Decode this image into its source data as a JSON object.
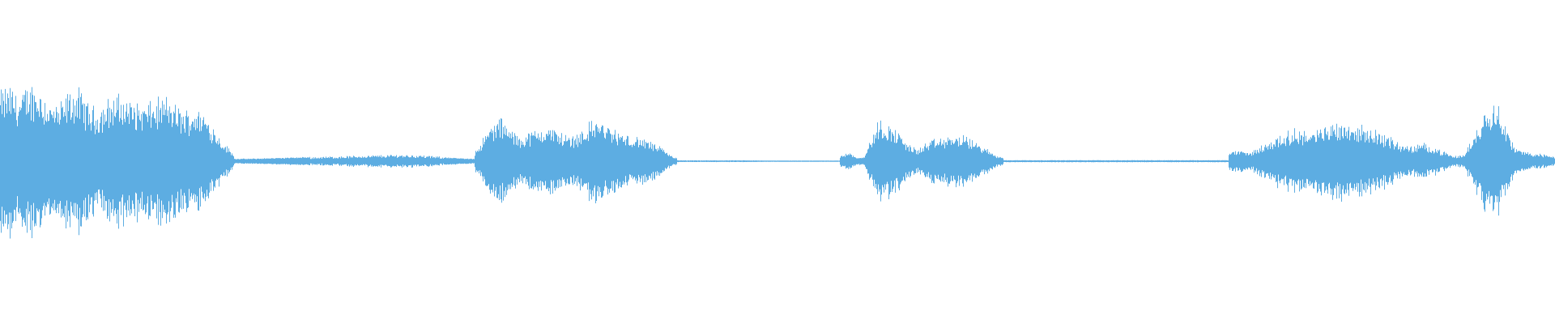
{
  "waveform": {
    "color": "#5dade2",
    "background": "#ffffff",
    "silence_level": 0.012,
    "regions": [
      {
        "start": 0.0,
        "end": 0.15,
        "peaks": [
          0.85,
          0.92,
          0.78,
          0.95,
          0.9,
          0.72,
          0.66,
          0.83,
          0.88,
          0.7,
          0.62,
          0.74,
          0.8,
          0.76,
          0.71,
          0.69,
          0.73,
          0.78,
          0.68,
          0.6,
          0.65,
          0.58,
          0.4,
          0.22,
          0.1
        ]
      },
      {
        "start": 0.15,
        "end": 0.305,
        "peaks": [
          0.03,
          0.03,
          0.035,
          0.04,
          0.045,
          0.05,
          0.055,
          0.06,
          0.065,
          0.07,
          0.075,
          0.08,
          0.075,
          0.065,
          0.05,
          0.035,
          0.03
        ]
      },
      {
        "start": 0.305,
        "end": 0.435,
        "peaks": [
          0.12,
          0.28,
          0.46,
          0.52,
          0.4,
          0.3,
          0.34,
          0.38,
          0.42,
          0.4,
          0.34,
          0.3,
          0.36,
          0.46,
          0.52,
          0.44,
          0.38,
          0.32,
          0.3,
          0.28,
          0.24,
          0.18,
          0.1,
          0.04
        ]
      },
      {
        "start": 0.435,
        "end": 0.54,
        "peaks": [
          0.01,
          0.01,
          0.01,
          0.01,
          0.008,
          0.008,
          0.008,
          0.008
        ]
      },
      {
        "start": 0.54,
        "end": 0.645,
        "peaks": [
          0.06,
          0.12,
          0.06,
          0.04,
          0.28,
          0.5,
          0.46,
          0.4,
          0.3,
          0.2,
          0.14,
          0.22,
          0.26,
          0.28,
          0.3,
          0.32,
          0.3,
          0.26,
          0.2,
          0.14,
          0.08,
          0.04
        ]
      },
      {
        "start": 0.645,
        "end": 0.79,
        "peaks": [
          0.012,
          0.012,
          0.012,
          0.012,
          0.012,
          0.012,
          0.012,
          0.012,
          0.012
        ]
      },
      {
        "start": 0.79,
        "end": 1.0,
        "peaks": [
          0.1,
          0.14,
          0.1,
          0.18,
          0.24,
          0.32,
          0.36,
          0.4,
          0.34,
          0.4,
          0.46,
          0.5,
          0.44,
          0.42,
          0.4,
          0.34,
          0.28,
          0.2,
          0.18,
          0.22,
          0.18,
          0.12,
          0.06,
          0.08,
          0.3,
          0.62,
          0.78,
          0.5,
          0.16,
          0.12,
          0.1,
          0.08,
          0.06
        ]
      }
    ]
  }
}
